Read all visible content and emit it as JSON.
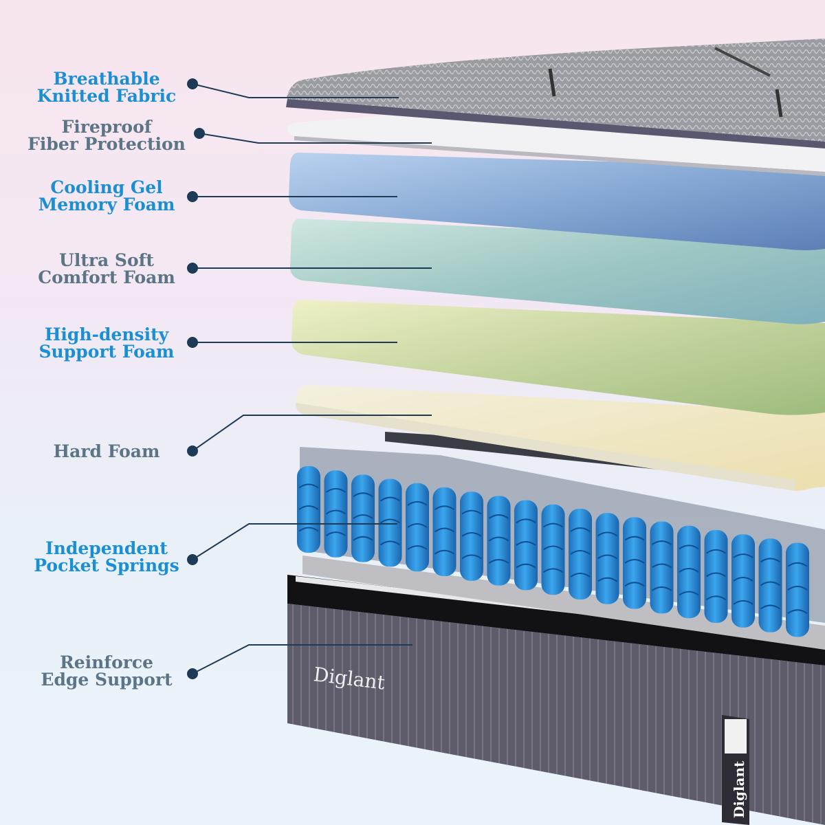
{
  "colors": {
    "accent": "#1b8fd4",
    "muted": "#5b7486",
    "leader": "#1d3a57"
  },
  "layers": [
    {
      "label": "Breathable\nKnitted Fabric",
      "style": "blue"
    },
    {
      "label": "Fireproof\nFiber Protection",
      "style": "gray"
    },
    {
      "label": "Cooling Gel\nMemory Foam",
      "style": "blue"
    },
    {
      "label": "Ultra Soft\nComfort Foam",
      "style": "gray"
    },
    {
      "label": "High-density\nSupport Foam",
      "style": "blue"
    },
    {
      "label": "Hard Foam",
      "style": "gray"
    },
    {
      "label": "Independent\nPocket Springs",
      "style": "blue"
    },
    {
      "label": "Reinforce\nEdge Support",
      "style": "gray"
    }
  ],
  "brand": {
    "front_logo": "Diglant",
    "tag_logo": "Diglant"
  }
}
